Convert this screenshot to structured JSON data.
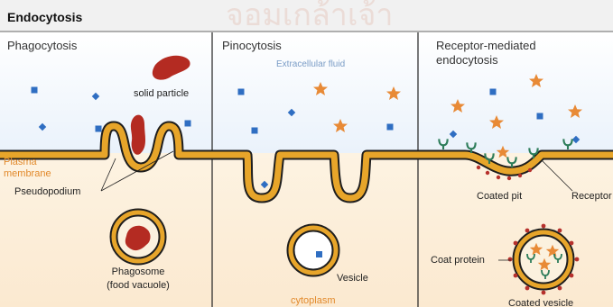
{
  "title": "Endocytosis",
  "panels": {
    "phagocytosis": {
      "heading": "Phagocytosis",
      "solid_particle": "solid particle",
      "plasma_membrane_1": "Plasma",
      "plasma_membrane_2": "membrane",
      "pseudopodium": "Pseudopodium",
      "phagosome_1": "Phagosome",
      "phagosome_2": "(food vacuole)"
    },
    "pinocytosis": {
      "heading": "Pinocytosis",
      "extracellular": "Extracellular fluid",
      "vesicle": "Vesicle",
      "cytoplasm": "cytoplasm"
    },
    "receptor": {
      "heading_1": "Receptor-mediated",
      "heading_2": "endocytosis",
      "coated_pit": "Coated pit",
      "receptor": "Receptor",
      "coat_protein": "Coat protein",
      "coated_vesicle": "Coated vesicle"
    }
  },
  "watermark": "จอมเกล้าเจ้า",
  "colors": {
    "membrane": "#e7a52a",
    "membrane_edge": "#1e1e1e",
    "particle": "#b42b22",
    "square": "#2f6ec2",
    "star": "#e88a36",
    "receptor": "#2e7d5a",
    "coat": "#b6302c",
    "cytoplasm_label": "#e28a2c",
    "plasma_label": "#e28a2c",
    "extracellular_label": "#7a9cc6"
  }
}
